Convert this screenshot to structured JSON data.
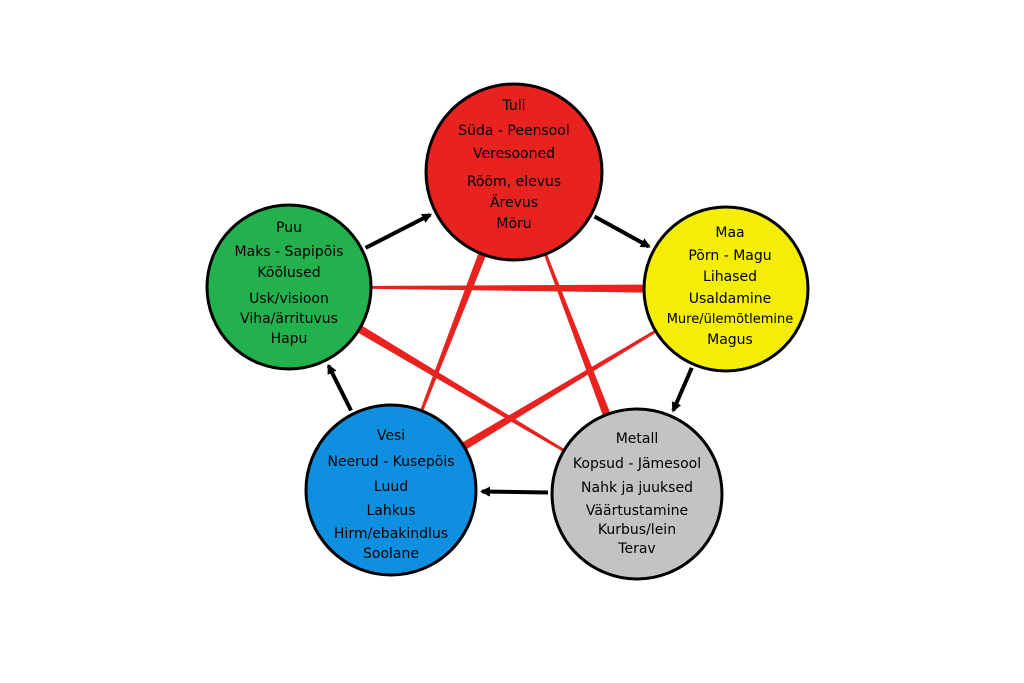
{
  "diagram": {
    "elements": [
      {
        "id": "fire",
        "color": "#e8221f",
        "lines": [
          "Tuli",
          "Süda - Peensool",
          "Veresooned",
          "Rõõm, elevus",
          "Ärevus",
          "Mõru"
        ]
      },
      {
        "id": "earth",
        "color": "#f4ee06",
        "lines": [
          "Maa",
          "Põrn - Magu",
          "Lihased",
          "Usaldamine",
          "Mure/ülemõtlemine",
          "Magus"
        ]
      },
      {
        "id": "metal",
        "color": "#c3c3c3",
        "lines": [
          "Metall",
          "Kopsud - Jämesool",
          "Nahk ja juuksed",
          "Väärtustamine",
          "Kurbus/lein",
          "Terav"
        ]
      },
      {
        "id": "water",
        "color": "#0f8fe0",
        "lines": [
          "Vesi",
          "Neerud - Kusepõis",
          "Luud",
          "Lahkus",
          "Hirm/ebakindlus",
          "Soolane"
        ]
      },
      {
        "id": "wood",
        "color": "#22b14c",
        "lines": [
          "Puu",
          "Maks - Sapipõis",
          "Kõõlused",
          "Usk/visioon",
          "Viha/ärrituvus",
          "Hapu"
        ]
      }
    ],
    "generating_cycle": [
      [
        "wood",
        "fire"
      ],
      [
        "fire",
        "earth"
      ],
      [
        "earth",
        "metal"
      ],
      [
        "metal",
        "water"
      ],
      [
        "water",
        "wood"
      ]
    ],
    "controlling_cycle": [
      [
        "fire",
        "metal"
      ],
      [
        "earth",
        "water"
      ],
      [
        "metal",
        "wood"
      ],
      [
        "water",
        "fire"
      ],
      [
        "wood",
        "earth"
      ]
    ],
    "colors": {
      "generating_arrow": "#000000",
      "controlling_arrow": "#e8221f",
      "circle_stroke": "#000000"
    }
  }
}
